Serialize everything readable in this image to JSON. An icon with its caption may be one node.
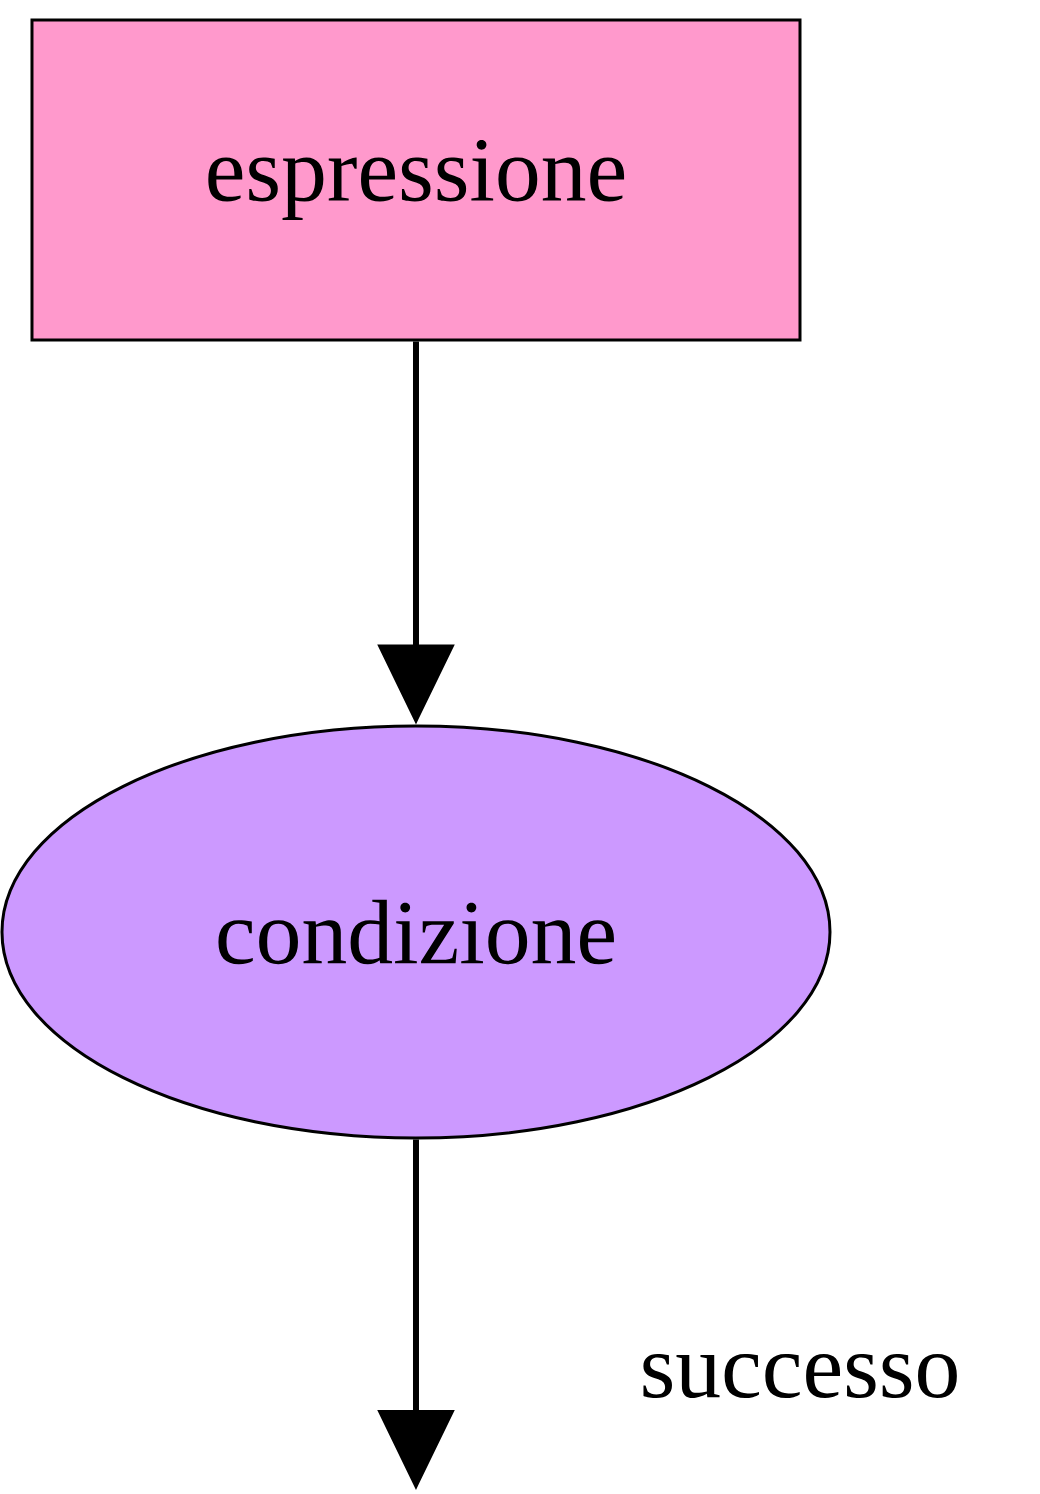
{
  "diagram": {
    "nodes": [
      {
        "text": [
          "espressione"
        ]
      },
      {
        "text": [
          "condizione"
        ]
      }
    ],
    "edges": [
      {
        "from": 0,
        "to": 1,
        "arrow": "to"
      },
      {
        "from": 1,
        "to": null,
        "arrow": "to",
        "label": "successo"
      }
    ]
  }
}
